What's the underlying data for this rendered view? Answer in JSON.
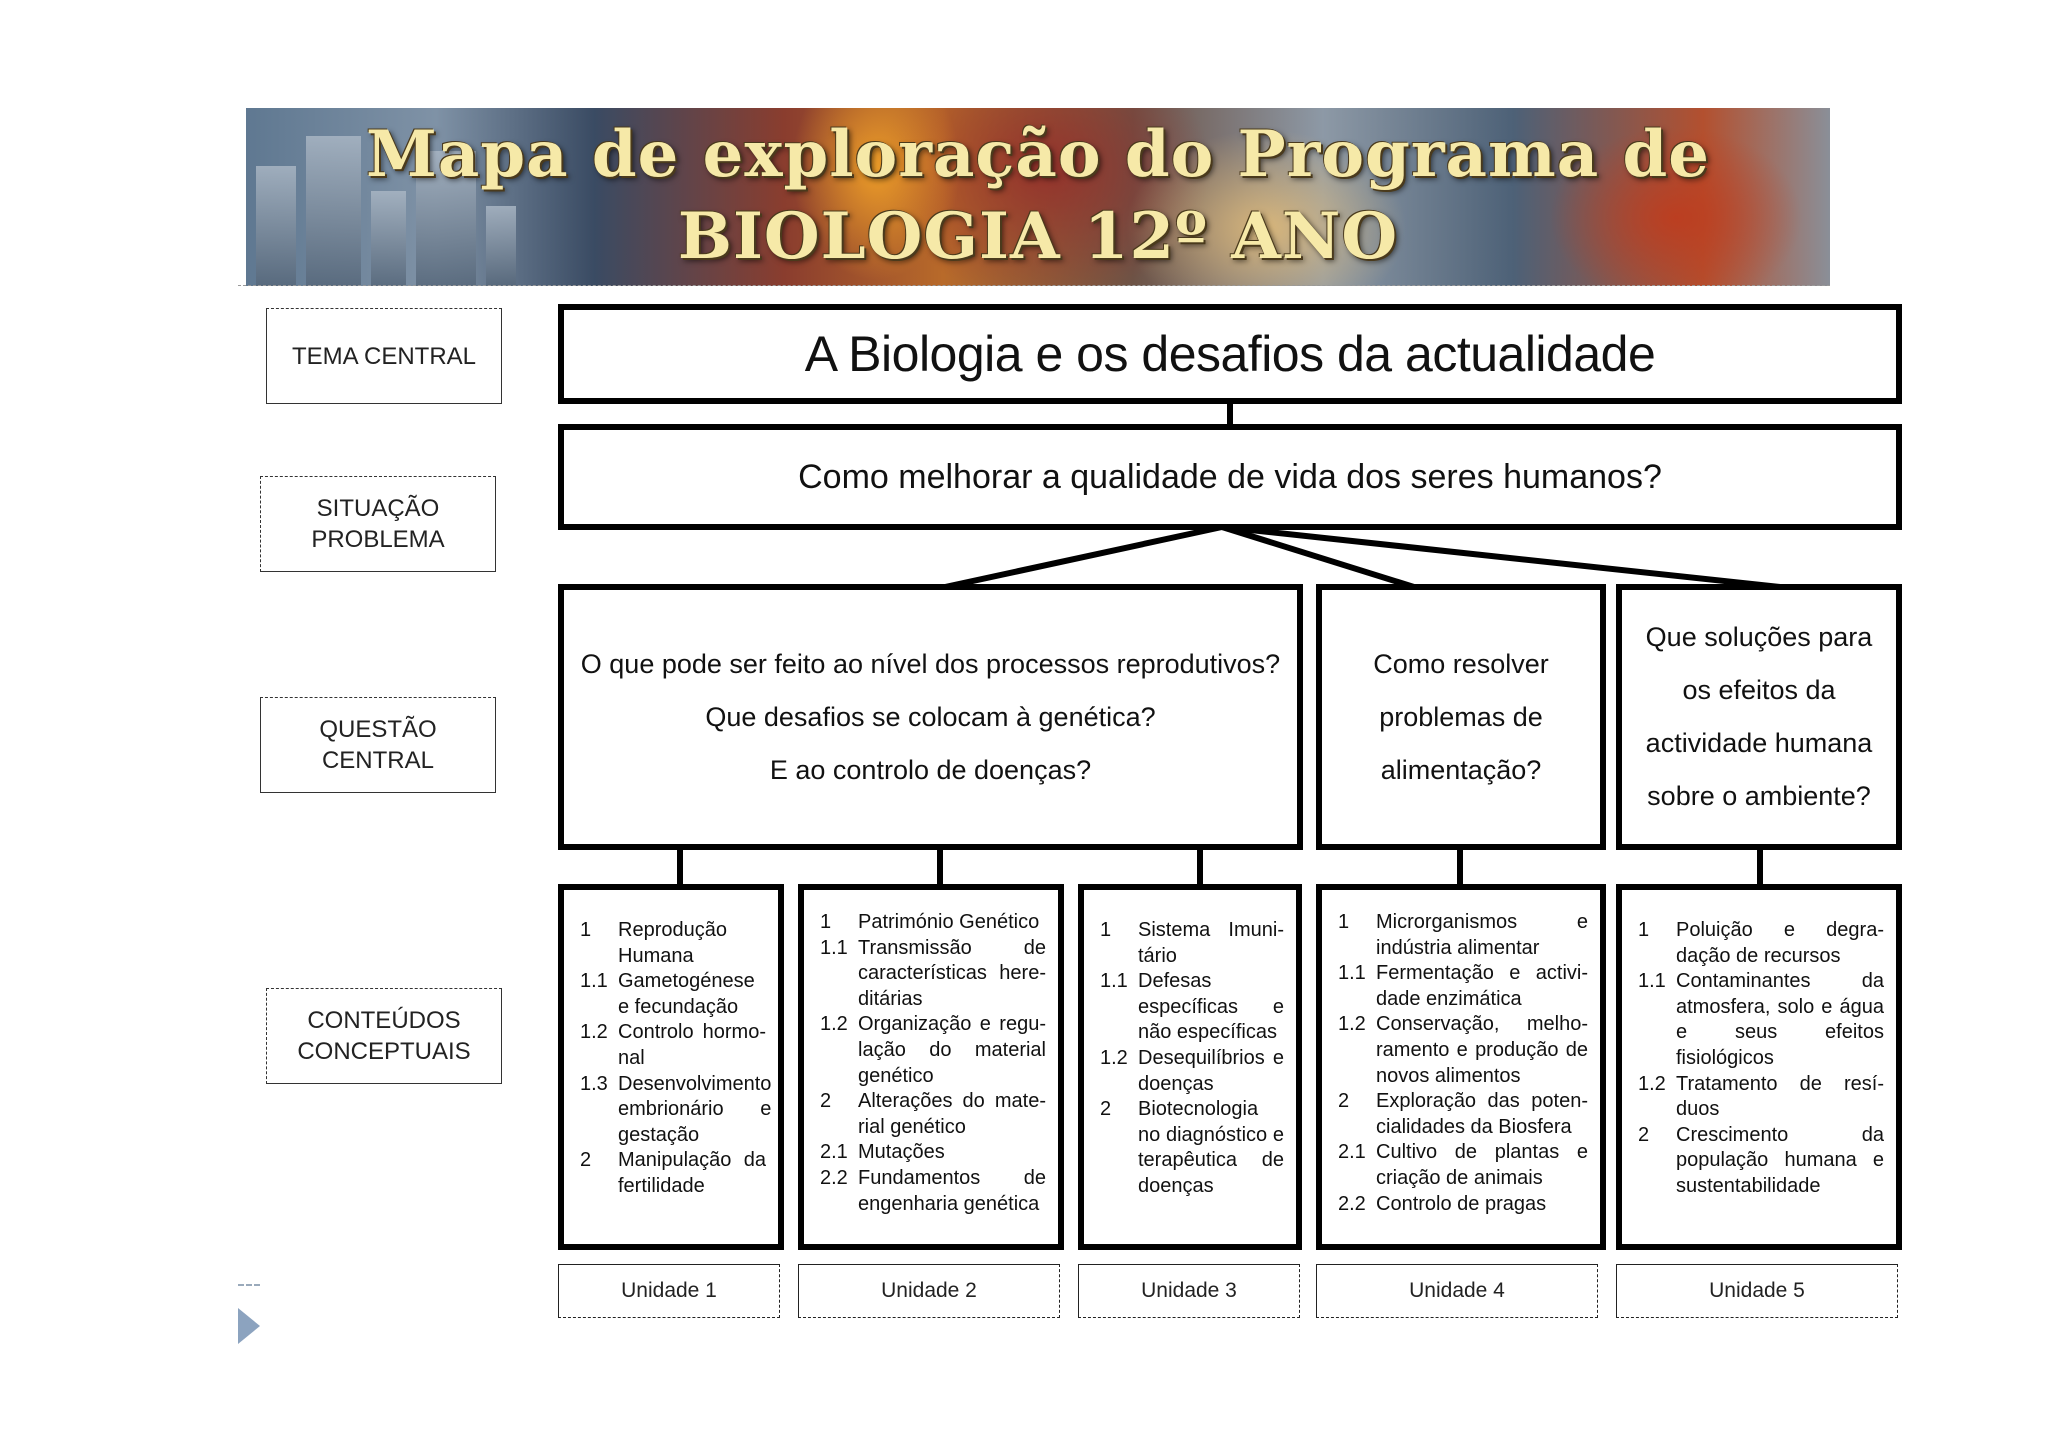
{
  "banner": {
    "title_line1": "Mapa de exploração do Programa de",
    "title_line2": "BIOLOGIA 12º ANO"
  },
  "labels": {
    "tema_central": "TEMA CENTRAL",
    "situacao_problema": "SITUAÇÃO\nPROBLEMA",
    "questao_central": "QUESTÃO\nCENTRAL",
    "conteudos_conceptuais": "CONTEÚDOS\nCONCEPTUAIS"
  },
  "tema": "A Biologia e os desafios da actualidade",
  "situacao": "Como melhorar a qualidade de vida dos seres humanos?",
  "questoes": [
    {
      "lines": [
        "O que pode ser feito ao nível dos processos reprodutivos?",
        "Que desafios se colocam à genética?",
        "E ao controlo de doenças?"
      ]
    },
    {
      "lines": [
        "Como resolver",
        "problemas de",
        "alimentação?"
      ]
    },
    {
      "lines": [
        "Que soluções para",
        "os efeitos da",
        "actividade humana",
        "sobre o ambiente?"
      ]
    }
  ],
  "conteudos": [
    {
      "items": [
        {
          "n": "1",
          "t": "Reprodução Humana"
        },
        {
          "n": "1.1",
          "t": "Gametogénese e fecundação"
        },
        {
          "n": "1.2",
          "t": "Controlo hormo-nal"
        },
        {
          "n": "1.3",
          "t": "Desenvolvimento embrionário e gestação"
        },
        {
          "n": "2",
          "t": "Manipulação da fertilidade"
        }
      ]
    },
    {
      "items": [
        {
          "n": "1",
          "t": "Património Genético"
        },
        {
          "n": "1.1",
          "t": "Transmissão de características here-ditárias"
        },
        {
          "n": "1.2",
          "t": "Organização e regu-lação do material genético"
        },
        {
          "n": "2",
          "t": "Alterações do mate-rial genético"
        },
        {
          "n": "2.1",
          "t": "Mutações"
        },
        {
          "n": "2.2",
          "t": "Fundamentos de engenharia genética"
        }
      ]
    },
    {
      "items": [
        {
          "n": "1",
          "t": "Sistema Imuni-tário"
        },
        {
          "n": "1.1",
          "t": "Defesas específicas e não específicas"
        },
        {
          "n": "1.2",
          "t": "Desequilíbrios e doenças"
        },
        {
          "n": "2",
          "t": "Biotecnologia no diagnóstico e terapêutica de doenças"
        }
      ]
    },
    {
      "items": [
        {
          "n": "1",
          "t": "Microrganismos e indústria alimentar"
        },
        {
          "n": "1.1",
          "t": "Fermentação e activi-dade enzimática"
        },
        {
          "n": "1.2",
          "t": "Conservação, melho-ramento e produção de novos alimentos"
        },
        {
          "n": "2",
          "t": "Exploração das poten-cialidades da Biosfera"
        },
        {
          "n": "2.1",
          "t": "Cultivo de plantas e criação de animais"
        },
        {
          "n": "2.2",
          "t": "Controlo de pragas"
        }
      ]
    },
    {
      "items": [
        {
          "n": "1",
          "t": "Poluição e degra-dação de recursos"
        },
        {
          "n": "1.1",
          "t": "Contaminantes da atmosfera, solo e água e seus efeitos fisiológicos"
        },
        {
          "n": "1.2",
          "t": "Tratamento de resí-duos"
        },
        {
          "n": "2",
          "t": "Crescimento da população humana e sustentabilidade"
        }
      ]
    }
  ],
  "unidades": [
    "Unidade 1",
    "Unidade 2",
    "Unidade 3",
    "Unidade 4",
    "Unidade 5"
  ]
}
